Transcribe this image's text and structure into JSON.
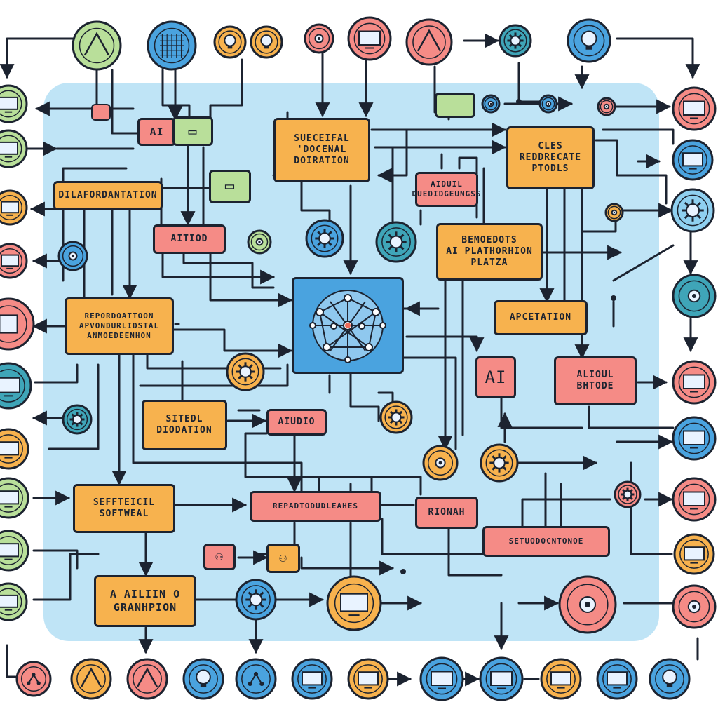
{
  "colors": {
    "panel": "#bfe4f6",
    "line": "#1c2330",
    "orange": "#f7b24e",
    "pink": "#f58b86",
    "green": "#b9df9a",
    "blue": "#4aa3df",
    "teal": "#3fa5b8",
    "icon_fill": "#e9f3ff"
  },
  "boxes": {
    "ai_top": "AI",
    "special_operation": "SUECEIFAL\n'DOCENAL\nDOIRATION",
    "ai_lg_pill": "AIDUIL\nDUEDIDGEUNGSS",
    "cles_rebodmate": "CLES\nREDDRECATE\nPTODLS",
    "dilafordantation": "DILAFORDANTATION",
    "aition": "AITIOD",
    "ai_platform": "BEMOEDOTS\nAI PLATHORHION\nPLATZA",
    "repo_automation": "REPORDOATTOON\nAPVONDURLIDSTAL\nANMOEDEENHON",
    "apcetation": "APCETATION",
    "ai_right": "AI",
    "aloul_bhtode": "ALIOUL\nBHTODE",
    "sitedl_dioration": "SITEDL\nDIODATION",
    "aiudio": "AIUDIO",
    "software": "SEFFTEICIL\nSOFTWEAL",
    "repac_docuhages": "REPADTODUDLEAHES",
    "rionan": "RIONAH",
    "setuodocntonoe": "SETUODOCNTONOE",
    "ai_graphon": "A AILIIN O\nGRANHPION"
  }
}
